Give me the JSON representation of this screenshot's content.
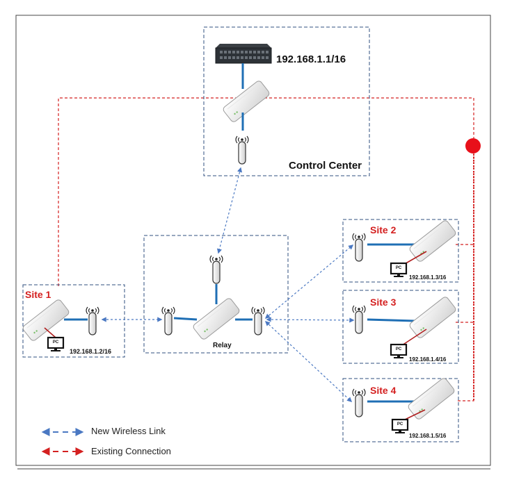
{
  "control_center": {
    "ip": "192.168.1.1/16",
    "label": "Control Center"
  },
  "relay": {
    "label": "Relay"
  },
  "sites": [
    {
      "name": "Site 1",
      "pc": "PC",
      "ip": "192.168.1.2/16"
    },
    {
      "name": "Site 2",
      "pc": "PC",
      "ip": "192.168.1.3/16"
    },
    {
      "name": "Site 3",
      "pc": "PC",
      "ip": "192.168.1.4/16"
    },
    {
      "name": "Site 4",
      "pc": "PC",
      "ip": "192.168.1.5/16"
    }
  ],
  "legend": {
    "wireless": "New Wireless Link",
    "existing": "Existing Connection"
  },
  "colors": {
    "wireless": "#4a78c2",
    "existing": "#d42020",
    "cable": "#1f6fb5",
    "pc_cable": "#b02020",
    "box_border": "#2f4f7f",
    "site_label": "#d42020"
  }
}
